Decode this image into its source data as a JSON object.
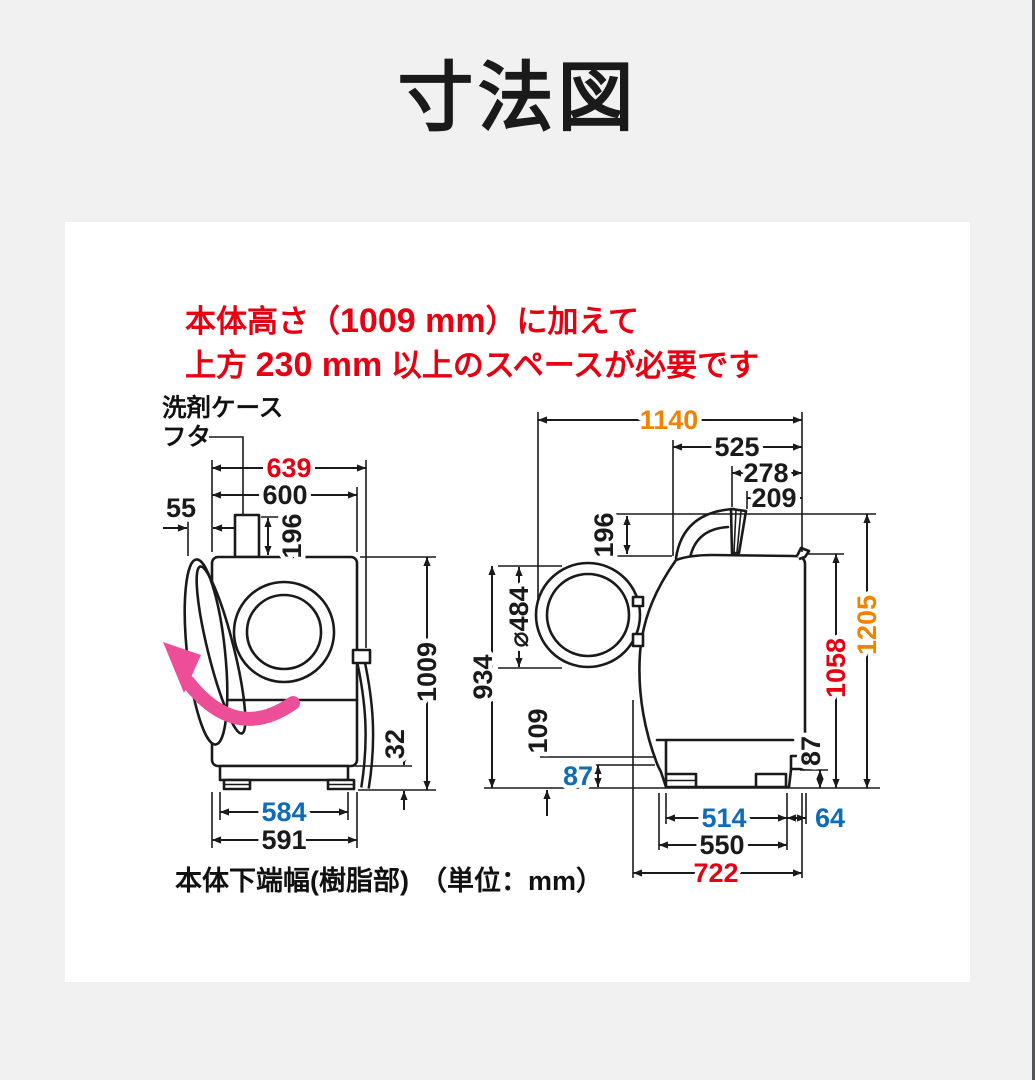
{
  "page": {
    "title": "寸法図",
    "background": "#f1f1f2",
    "panel_bg": "#ffffff"
  },
  "notice": {
    "line1": {
      "pre": "本体高さ（",
      "value": "1009 mm",
      "post": "）に加えて"
    },
    "line2": {
      "pre": "上方 ",
      "value": "230 mm",
      "post": " 以上のスペースが必要です"
    },
    "color": "#e60012"
  },
  "colors": {
    "red": "#e60012",
    "orange": "#f08300",
    "blue": "#0f6cb8",
    "pink": "#ec4e97",
    "line": "#1a1a1a"
  },
  "front": {
    "label_case": "洗剤ケース",
    "label_lid": "フタ",
    "d639": "639",
    "d600": "600",
    "d55": "55",
    "d196": "196",
    "d1009": "1009",
    "d32": "32",
    "d584": "584",
    "d591": "591",
    "caption": "本体下端幅(樹脂部)"
  },
  "side": {
    "d1140": "1140",
    "d525": "525",
    "d278": "278",
    "d209": "209",
    "d196": "196",
    "d484": "⌀484",
    "d934": "934",
    "d109": "109",
    "d87front": "87",
    "d1058": "1058",
    "d1205": "1205",
    "d87back": "87",
    "d514": "514",
    "d64": "64",
    "d550": "550",
    "d722": "722"
  },
  "footer": {
    "unit": "（単位：mm）"
  }
}
